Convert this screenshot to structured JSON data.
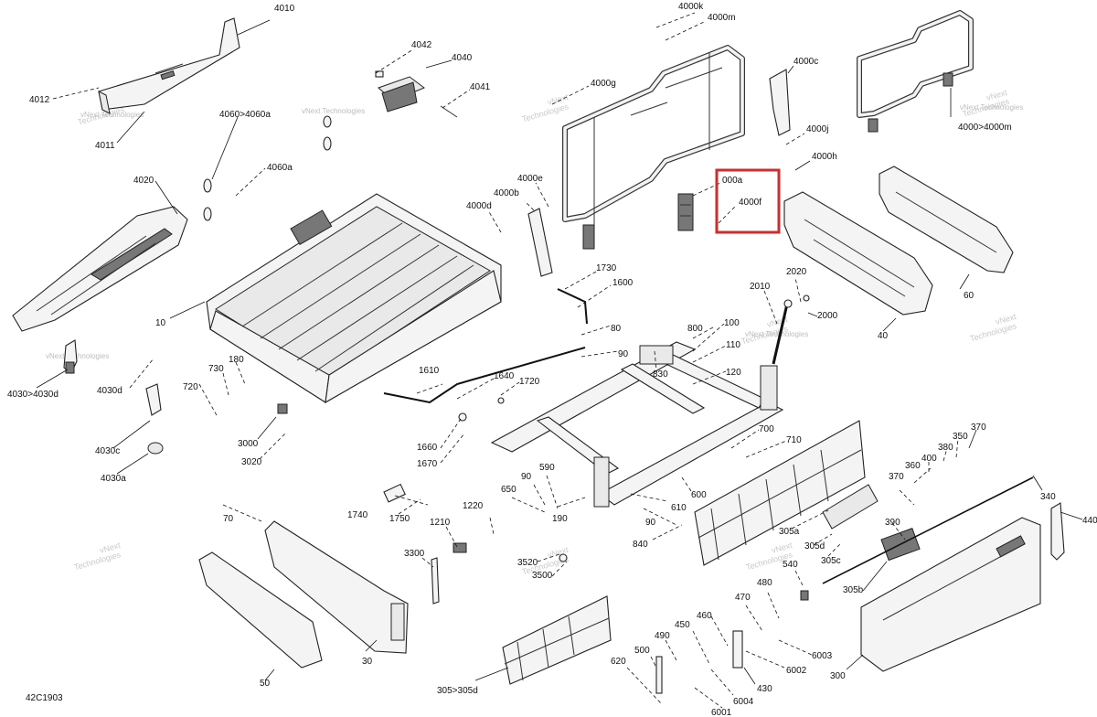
{
  "diagram": {
    "diagram_code": "42C1903",
    "watermark": [
      "vNext",
      "Technologies"
    ],
    "watermark_inline": "vNext Technologies",
    "highlighted_callout": "4000f",
    "callouts": {
      "c4010": "4010",
      "c4012": "4012",
      "c4011": "4011",
      "c4042": "4042",
      "c4040": "4040",
      "c4041": "4041",
      "c4060_4060a": "4060>4060a",
      "c4060a": "4060a",
      "c4020": "4020",
      "c4000k": "4000k",
      "c4000m": "4000m",
      "c4000g": "4000g",
      "c4000c": "4000c",
      "c4000_4000m": "4000>4000m",
      "c4000j": "4000j",
      "c4000h": "4000h",
      "c4000e": "4000e",
      "c4000b": "4000b",
      "c4000d": "4000d",
      "c000a": "000a",
      "c4000f": "4000f",
      "c10": "10",
      "c1730": "1730",
      "c1600": "1600",
      "c2020": "2020",
      "c2010": "2010",
      "c2000": "2000",
      "c60": "60",
      "c40": "40",
      "c4030_4030d": "4030>4030d",
      "c4030d": "4030d",
      "c4030c": "4030c",
      "c4030a": "4030a",
      "c730": "730",
      "c180": "180",
      "c720": "720",
      "c3000": "3000",
      "c3020": "3020",
      "c80": "80",
      "c90a": "90",
      "c800": "800",
      "c100": "100",
      "c110": "110",
      "c830": "830",
      "c120": "120",
      "c1610": "1610",
      "c1640": "1640",
      "c1720": "1720",
      "c1660": "1660",
      "c1670": "1670",
      "c700": "700",
      "c710": "710",
      "c370a": "370",
      "c350": "350",
      "c380": "380",
      "c400": "400",
      "c360": "360",
      "c370b": "370",
      "c340": "340",
      "c440": "440",
      "c590": "590",
      "c90b": "90",
      "c650": "650",
      "c190": "190",
      "c600": "600",
      "c610": "610",
      "c90c": "90",
      "c840": "840",
      "c1220": "1220",
      "c1740": "1740",
      "c1750": "1750",
      "c1210": "1210",
      "c70": "70",
      "c3300": "3300",
      "c3520": "3520",
      "c3500": "3500",
      "c305a": "305a",
      "c305d": "305d",
      "c305c": "305c",
      "c390": "390",
      "c540": "540",
      "c305b": "305b",
      "c480": "480",
      "c470": "470",
      "c460": "460",
      "c450": "450",
      "c490": "490",
      "c500": "500",
      "c620": "620",
      "c6003": "6003",
      "c6002": "6002",
      "c430": "430",
      "c6004": "6004",
      "c6001": "6001",
      "c30": "30",
      "c50": "50",
      "c305_305d": "305>305d",
      "c300": "300"
    }
  }
}
